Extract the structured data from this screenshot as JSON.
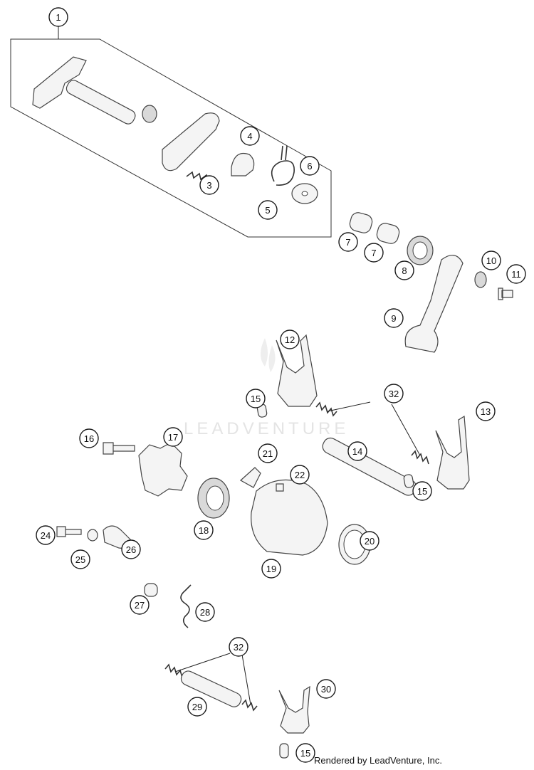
{
  "watermark": "LEADVENTURE",
  "credit": "Rendered by LeadVenture, Inc.",
  "callouts": [
    "1",
    "3",
    "4",
    "5",
    "6",
    "7",
    "7",
    "8",
    "9",
    "10",
    "11",
    "12",
    "13",
    "14",
    "15",
    "15",
    "15",
    "16",
    "17",
    "18",
    "19",
    "20",
    "21",
    "22",
    "24",
    "25",
    "26",
    "27",
    "28",
    "29",
    "30",
    "32",
    "32"
  ]
}
